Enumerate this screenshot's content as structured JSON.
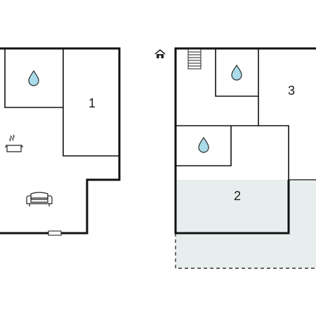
{
  "floor_plan": {
    "colors": {
      "wall": "#111111",
      "background": "#ffffff",
      "water": "#a9dbe8",
      "water_outline": "#2b2b2b",
      "terrace": "#e8eeee",
      "terrace_outline": "#333333",
      "icon": "#222222"
    },
    "rooms": [
      {
        "id": "room-1",
        "label": "1"
      },
      {
        "id": "room-2",
        "label": "2"
      },
      {
        "id": "room-3",
        "label": "3"
      }
    ],
    "icons": [
      {
        "name": "water-drop-icon",
        "meaning": "bathroom"
      },
      {
        "name": "water-drop-icon",
        "meaning": "bathroom"
      },
      {
        "name": "water-drop-icon",
        "meaning": "bathroom"
      },
      {
        "name": "cooking-pot-icon",
        "meaning": "kitchen"
      },
      {
        "name": "sofa-icon",
        "meaning": "living-room"
      },
      {
        "name": "staircase-icon",
        "meaning": "stairs"
      },
      {
        "name": "house-icon",
        "meaning": "entrance"
      }
    ]
  }
}
